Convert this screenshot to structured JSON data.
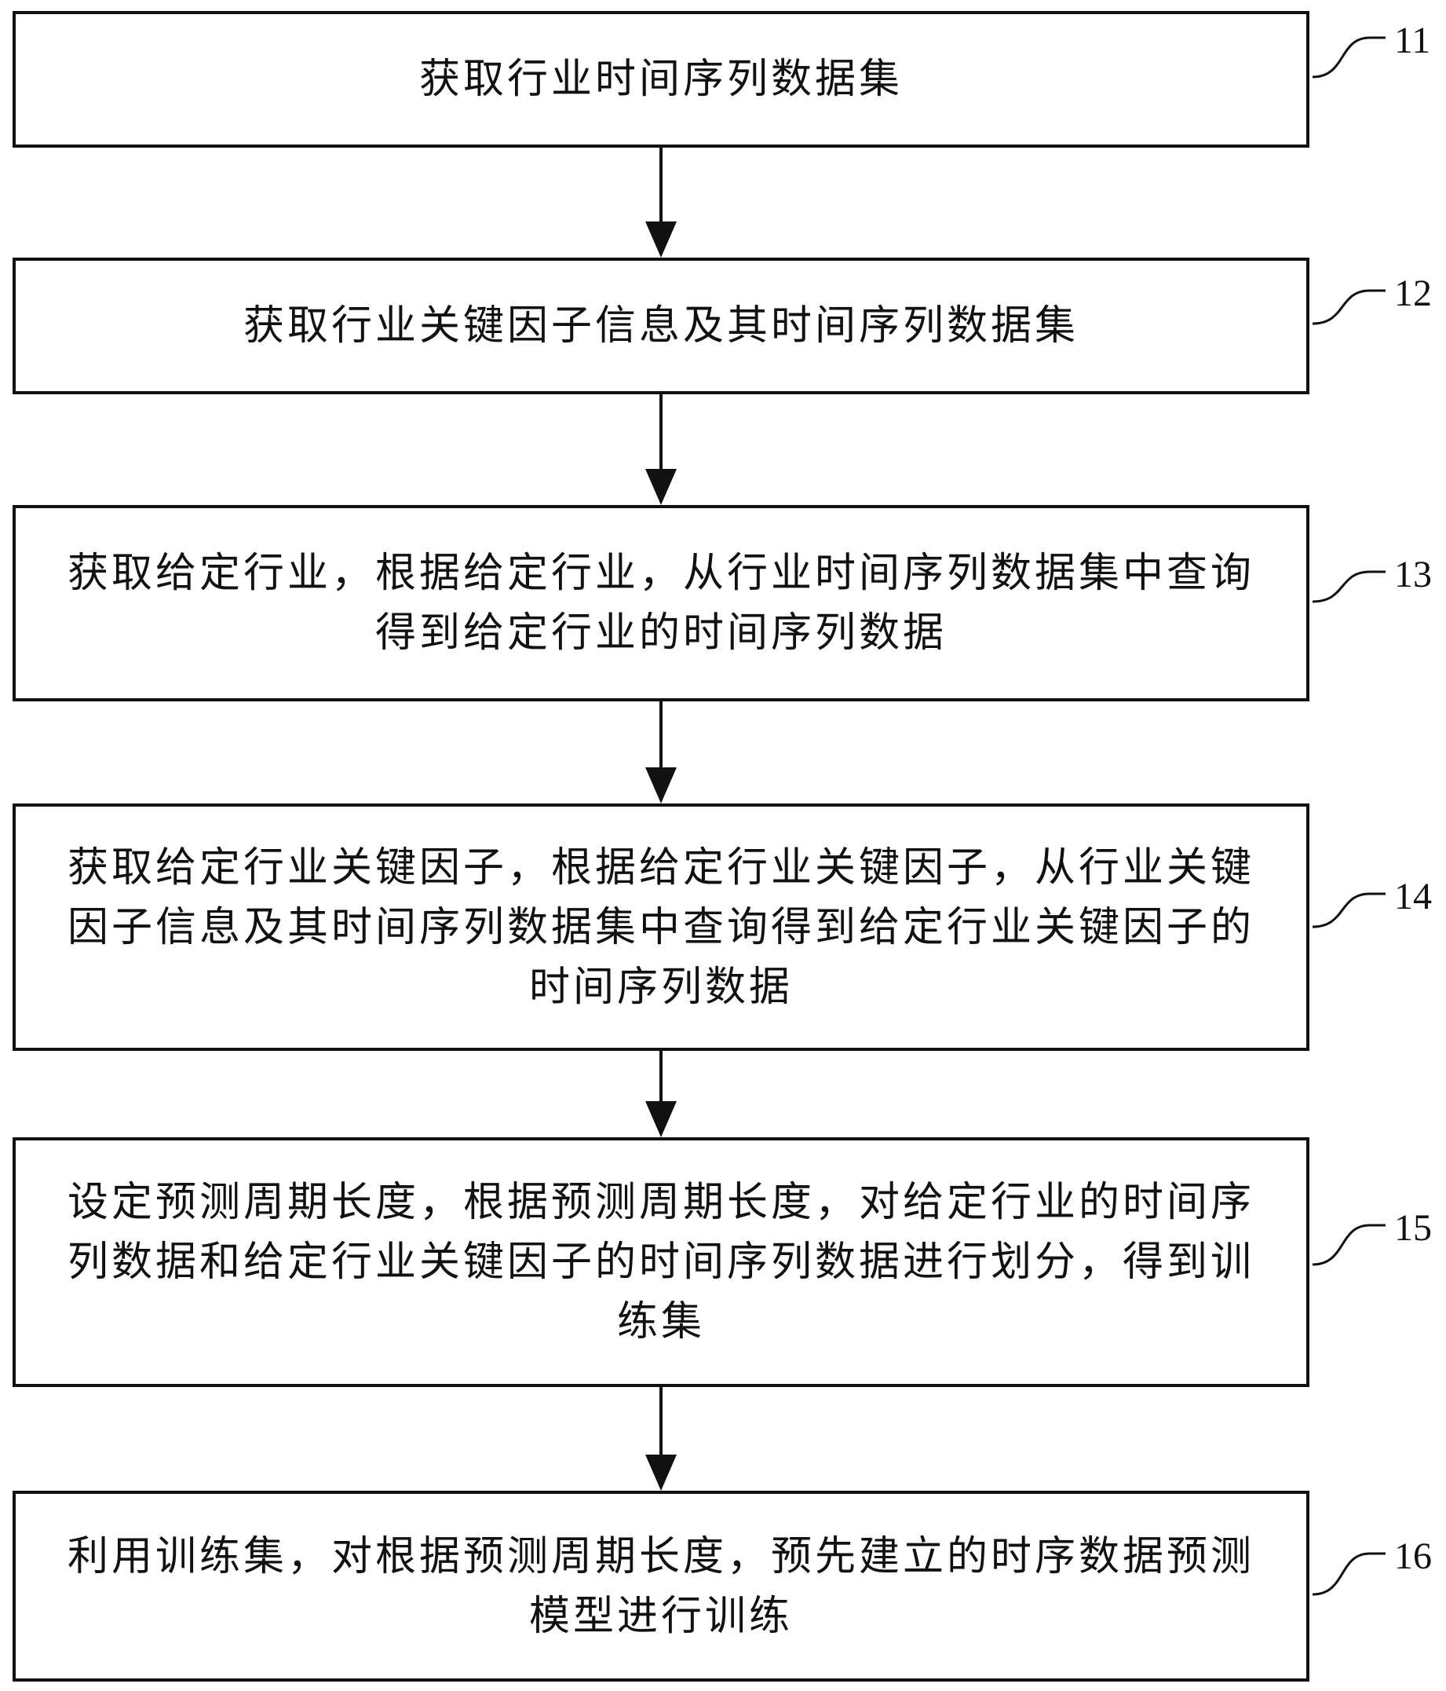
{
  "steps": [
    {
      "id": "11",
      "text": "获取行业时间序列数据集"
    },
    {
      "id": "12",
      "text": "获取行业关键因子信息及其时间序列数据集"
    },
    {
      "id": "13",
      "text": "获取给定行业，根据给定行业，从行业时间序列数据集中查询\n得到给定行业的时间序列数据"
    },
    {
      "id": "14",
      "text": "获取给定行业关键因子，根据给定行业关键因子，从行业关键\n因子信息及其时间序列数据集中查询得到给定行业关键因子的\n时间序列数据"
    },
    {
      "id": "15",
      "text": "设定预测周期长度，根据预测周期长度，对给定行业的时间序\n列数据和给定行业关键因子的时间序列数据进行划分，得到训\n练集"
    },
    {
      "id": "16",
      "text": "利用训练集，对根据预测周期长度，预先建立的时序数据预测\n模型进行训练"
    }
  ],
  "colors": {
    "stroke": "#111111",
    "background": "#ffffff"
  }
}
